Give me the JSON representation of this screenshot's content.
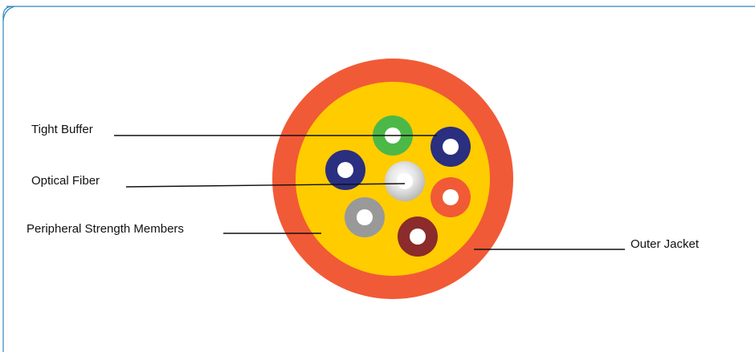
{
  "labels": {
    "tight_buffer": "Tight Buffer",
    "optical_fiber": "Optical Fiber",
    "peripheral_strength_members": "Peripheral Strength Members",
    "outer_jacket": "Outer Jacket"
  },
  "colors": {
    "frame": "#2e86c1",
    "outer_jacket": "#f15a36",
    "strength_members": "#ffcc00",
    "fiber_core": "#ffffff",
    "leader_line": "#111111",
    "buffers": {
      "green": "#4cb848",
      "navy": "#2a2f7f",
      "red": "#f15a36",
      "maroon": "#8b2b2b",
      "gray": "#999999",
      "silver": "#d8d8d8"
    }
  }
}
